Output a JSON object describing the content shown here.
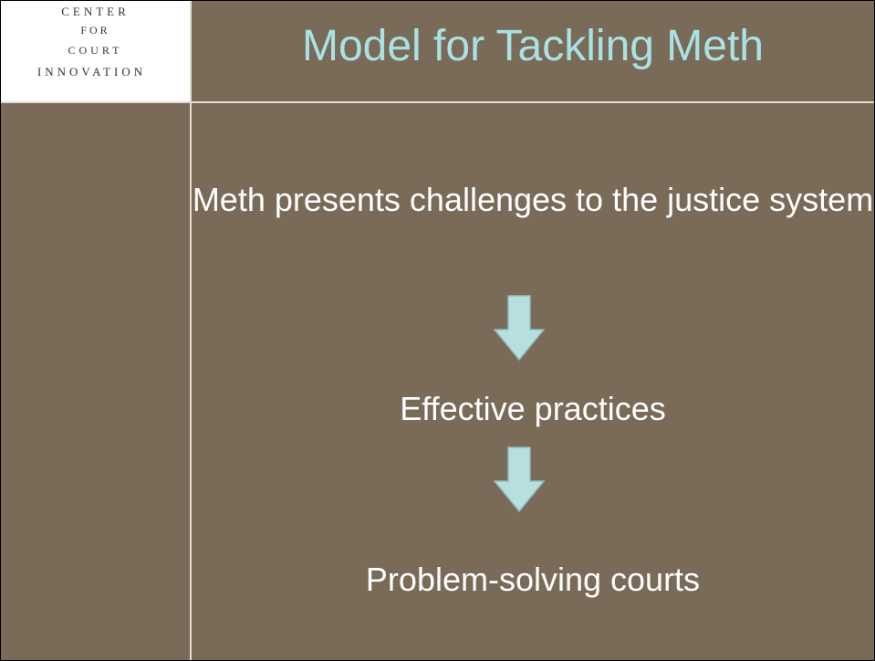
{
  "logo": {
    "line1": "CENTER",
    "line2": "FOR",
    "line3": "COURT",
    "line4": "INNOVATION"
  },
  "slide": {
    "title": "Model for Tackling Meth",
    "steps": [
      "Meth presents challenges to the justice system",
      "Effective practices",
      "Problem-solving courts"
    ]
  },
  "colors": {
    "background": "#7a6a58",
    "title": "#a9e2e3",
    "text": "#ffffff",
    "arrow_fill": "#b8dfdf",
    "arrow_stroke": "#8fbcbc"
  },
  "icons": {
    "arrow1": "arrow-down-icon",
    "arrow2": "arrow-down-icon"
  }
}
